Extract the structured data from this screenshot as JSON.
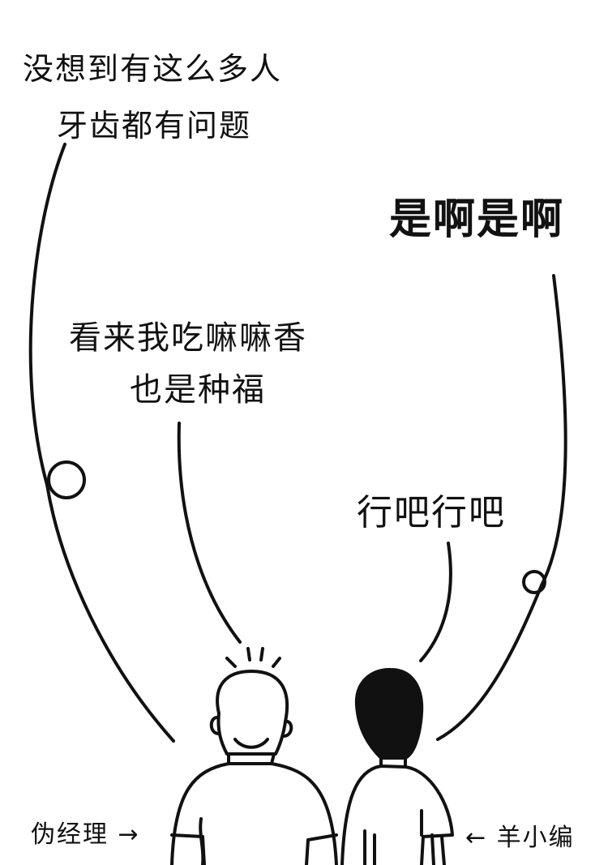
{
  "bubbles": {
    "manager_worry": {
      "line1": "没想到有这么多人",
      "line2": "牙齿都有问题"
    },
    "editor_agree": {
      "text": "是啊是啊"
    },
    "manager_lucky": {
      "line1": "看来我吃嘛嘛香",
      "line2": "也是种福"
    },
    "editor_ok": {
      "text": "行吧行吧"
    }
  },
  "labels": {
    "manager": "伪经理 →",
    "editor": "← 羊小编"
  }
}
